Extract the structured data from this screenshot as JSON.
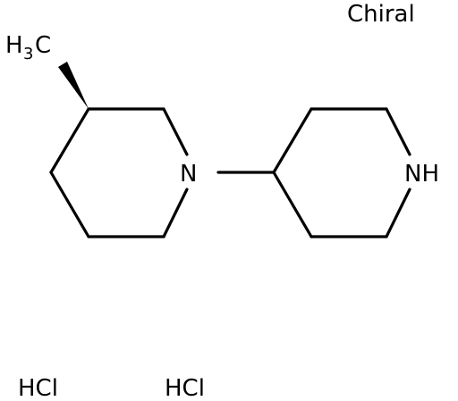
{
  "annotation": {
    "chiral": "Chiral"
  },
  "atoms": {
    "methyl_h": "H",
    "methyl_sub": "3",
    "methyl_c": "C",
    "n_ring1": "N",
    "nh_ring2": "NH"
  },
  "salts": [
    "HCl",
    "HCl"
  ]
}
